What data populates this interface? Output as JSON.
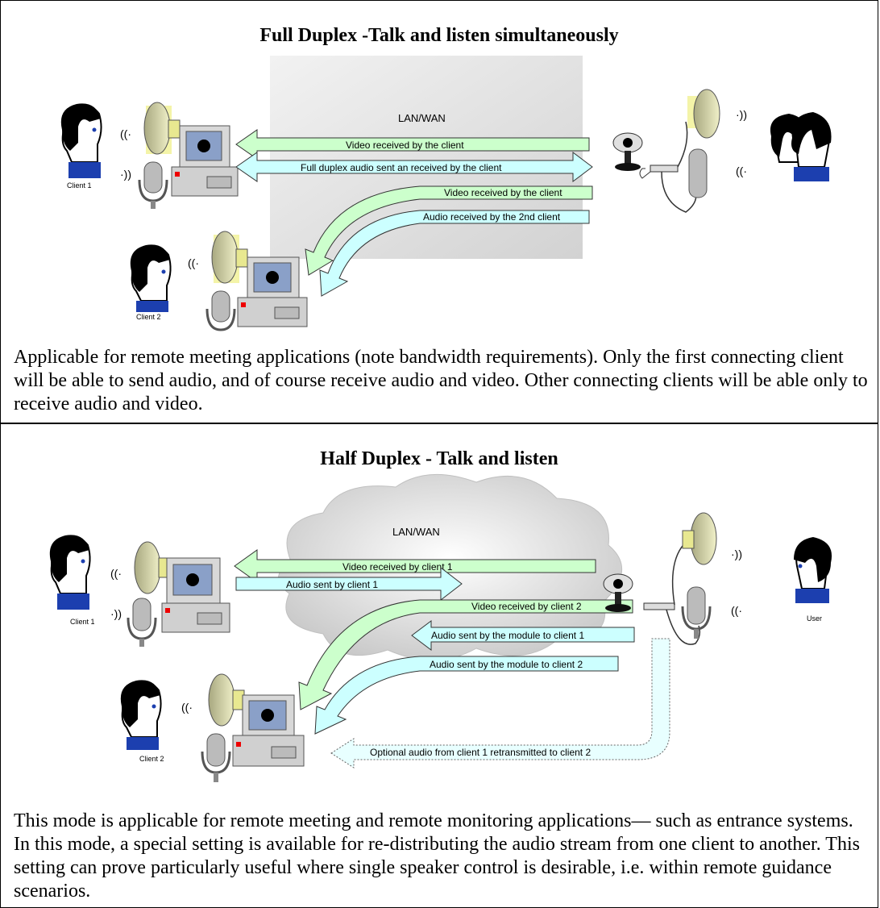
{
  "full_duplex": {
    "title": "Full Duplex -Talk and listen simultaneously",
    "network_label": "LAN/WAN",
    "client1_label": "Client 1",
    "client2_label": "Client 2",
    "arrows": {
      "video_client": "Video received by the client",
      "audio_duplex": "Full duplex audio sent an received by the client",
      "video_client2": "Video received by the client",
      "audio_2nd": "Audio received by the 2nd client"
    },
    "caption": "Applicable for remote meeting applications (note bandwidth requirements). Only the first connecting client will be able to send audio, and of course receive audio and video. Other connecting clients will be able only to receive audio and video."
  },
  "half_duplex": {
    "title": "Half Duplex - Talk and listen",
    "network_label": "LAN/WAN",
    "client1_label": "Client 1",
    "client2_label": "Client 2",
    "user_label": "User",
    "arrows": {
      "video_c1": "Video received by client 1",
      "audio_c1": "Audio sent by client 1",
      "video_c2": "Video received by client 2",
      "module_c1": "Audio sent by the module to client 1",
      "module_c2": "Audio sent by the module to client 2",
      "optional": "Optional audio from client 1 retransmitted to client 2"
    },
    "caption": "This mode is applicable for remote meeting and remote monitoring applications— such as entrance systems. In this mode, a special setting is available for re-distributing the audio stream from one client to another. This setting can prove particularly useful where single speaker control is desirable, i.e. within remote guidance scenarios."
  },
  "colors": {
    "video_arrow": "#ccffcc",
    "audio_arrow": "#ccffff",
    "speaker": "#e8e8a0",
    "face": "#000000",
    "shirt": "#1c3faf"
  }
}
